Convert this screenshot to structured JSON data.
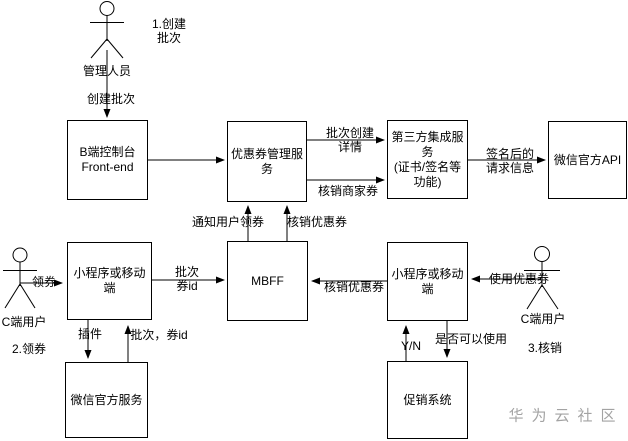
{
  "diagram_title": "coupon-system-architecture-flow",
  "colors": {
    "background": "#ffffff",
    "line": "#000000",
    "text": "#000000",
    "watermark": "#a3a3a3"
  },
  "actors": {
    "admin": {
      "label": "管理人员"
    },
    "consumer_left": {
      "label": "C端用户"
    },
    "consumer_right": {
      "label": "C端用户"
    }
  },
  "steps": {
    "step1": "1.创建\n批次",
    "step2": "2.领券",
    "step3": "3.核销"
  },
  "nodes": {
    "b_console": {
      "label": "B端控制台\nFront-end"
    },
    "coupon_service": {
      "label": "优惠券管理服\n务"
    },
    "third_party": {
      "label": "第三方集成服\n务\n(证书/签名等\n功能)"
    },
    "wechat_api": {
      "label": "微信官方API"
    },
    "miniapp_left": {
      "label": "小程序或移动\n端"
    },
    "mbff": {
      "label": "MBFF"
    },
    "miniapp_right": {
      "label": "小程序或移动\n端"
    },
    "wechat_service": {
      "label": "微信官方服务"
    },
    "promo_system": {
      "label": "促销系统"
    }
  },
  "edges": {
    "create_batch": {
      "label": "创建批次"
    },
    "batch_create_detail": {
      "label": "批次创建\n详情"
    },
    "verify_merchant_coupon": {
      "label": "核销商家券"
    },
    "signed_request": {
      "label": "签名后的\n请求信息"
    },
    "notify_user_claim": {
      "label": "通知用户领券"
    },
    "verify_coupon_up": {
      "label": "核销优惠券"
    },
    "claim_coupon": {
      "label": "领券"
    },
    "batch_coupon_id_mid": {
      "label": "批次\n券id"
    },
    "verify_coupon_right": {
      "label": "核销优惠券"
    },
    "use_coupon": {
      "label": "使用优惠券"
    },
    "plugin": {
      "label": "插件"
    },
    "batch_coupon_id_left": {
      "label": "批次，券id"
    },
    "yes_no": {
      "label": "Y/N"
    },
    "can_use": {
      "label": "是否可以使用"
    }
  },
  "watermark": {
    "text": "华为云社区"
  }
}
